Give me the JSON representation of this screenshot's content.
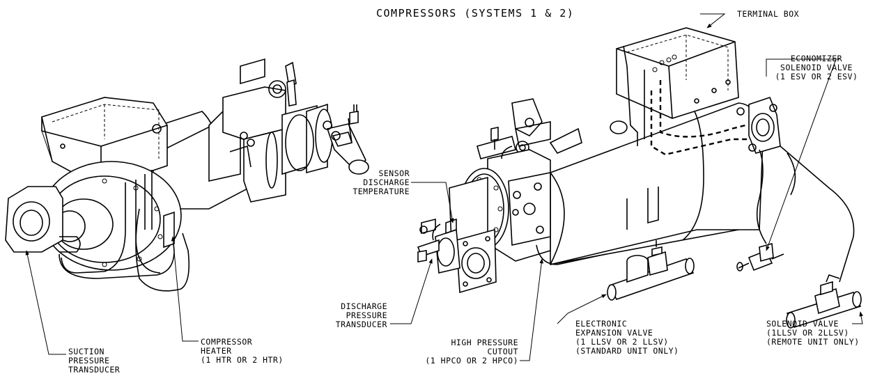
{
  "title": "COMPRESSORS (SYSTEMS 1 & 2)",
  "labels": {
    "terminal_box": "TERMINAL BOX",
    "economizer": [
      "ECONOMIZER",
      "SOLENOID VALVE",
      "(1 ESV OR 2 ESV)"
    ],
    "sensor": [
      "SENSOR",
      "DISCHARGE",
      "TEMPERATURE"
    ],
    "discharge_transducer": [
      "DISCHARGE",
      "PRESSURE",
      "TRANSDUCER"
    ],
    "high_pressure": [
      "HIGH PRESSURE",
      "CUTOUT",
      "(1 HPCO OR 2 HPCO)"
    ],
    "expansion_valve": [
      "ELECTRONIC",
      "EXPANSION VALVE",
      "(1 LLSV OR 2 LLSV)",
      "(STANDARD UNIT ONLY)"
    ],
    "solenoid_valve": [
      "SOLENOID VALVE",
      "(1LLSV OR 2LLSV)",
      "(REMOTE UNIT ONLY)"
    ],
    "suction_transducer": [
      "SUCTION",
      "PRESSURE",
      "TRANSDUCER"
    ],
    "compressor_heater": [
      "COMPRESSOR",
      "HEATER",
      "(1 HTR OR 2 HTR)"
    ]
  }
}
